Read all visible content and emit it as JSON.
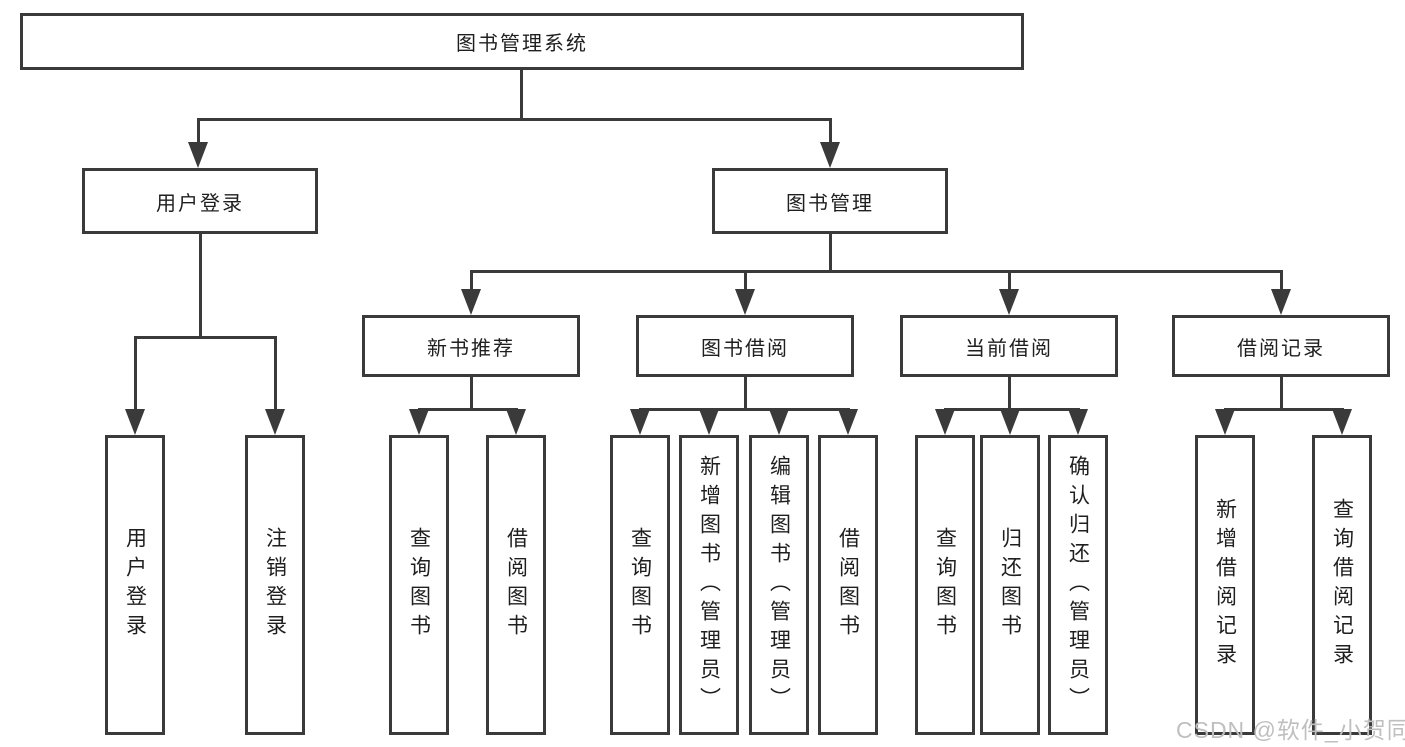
{
  "diagram": {
    "type": "function-tree",
    "title": "图书管理系统",
    "colors": {
      "line": "#3a3a3a",
      "box_border": "#3a3a3a",
      "box_bg": "#ffffff",
      "text": "#1f1f1f",
      "watermark": "#c0bfbf"
    },
    "nodes": {
      "root": {
        "label": "图书管理系统"
      },
      "user_login": {
        "label": "用户登录"
      },
      "book_mgmt": {
        "label": "图书管理"
      },
      "new_books": {
        "label": "新书推荐"
      },
      "borrowing": {
        "label": "图书借阅"
      },
      "current": {
        "label": "当前借阅"
      },
      "records": {
        "label": "借阅记录"
      },
      "leaf_login": {
        "label": "用户登录"
      },
      "leaf_logout": {
        "label": "注销登录"
      },
      "leaf_nb_query": {
        "label": "查询图书"
      },
      "leaf_nb_borrow": {
        "label": "借阅图书"
      },
      "leaf_bw_query": {
        "label": "查询图书"
      },
      "leaf_bw_add": {
        "label": "新增图书（管理员）"
      },
      "leaf_bw_edit": {
        "label": "编辑图书（管理员）"
      },
      "leaf_bw_borrow": {
        "label": "借阅图书"
      },
      "leaf_cur_query": {
        "label": "查询图书"
      },
      "leaf_cur_return": {
        "label": "归还图书"
      },
      "leaf_cur_confirm": {
        "label": "确认归还（管理员）"
      },
      "leaf_rec_add": {
        "label": "新增借阅记录"
      },
      "leaf_rec_query": {
        "label": "查询借阅记录"
      }
    },
    "hierarchy": {
      "图书管理系统": {
        "用户登录": [
          "用户登录",
          "注销登录"
        ],
        "图书管理": {
          "新书推荐": [
            "查询图书",
            "借阅图书"
          ],
          "图书借阅": [
            "查询图书",
            "新增图书（管理员）",
            "编辑图书（管理员）",
            "借阅图书"
          ],
          "当前借阅": [
            "查询图书",
            "归还图书",
            "确认归还（管理员）"
          ],
          "借阅记录": [
            "新增借阅记录",
            "查询借阅记录"
          ]
        }
      }
    },
    "watermark": {
      "text": "CSDN @软件_小贺同学"
    }
  }
}
